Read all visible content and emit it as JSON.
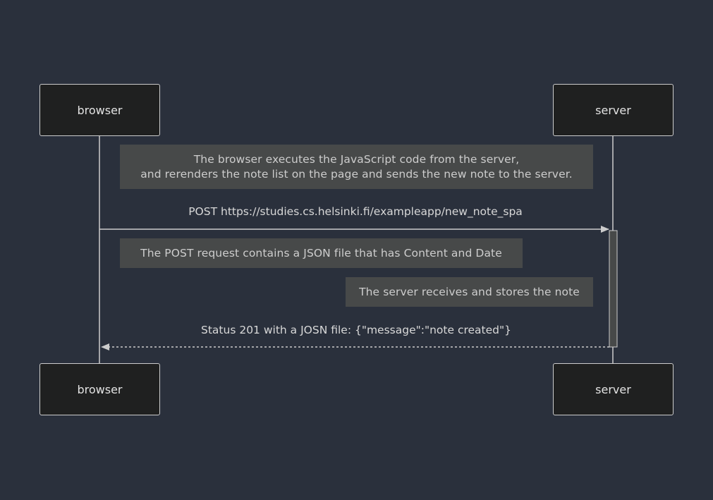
{
  "actors": {
    "left": "browser",
    "right": "server"
  },
  "notes": {
    "intro_line1": "The browser executes the JavaScript code from the server,",
    "intro_line2": "and rerenders the note list on the page and sends the new note to the server.",
    "post_contents": "The POST request contains a JSON file that has Content and Date",
    "server_stores": "The server receives and stores the note"
  },
  "messages": {
    "request": "POST https://studies.cs.helsinki.fi/exampleapp/new_note_spa",
    "response": "Status 201 with a JOSN file: {\"message\":\"note created\"}"
  },
  "colors": {
    "background": "#2a303c",
    "actor_fill": "#1f2020",
    "note_fill": "#474949",
    "line": "#cccccc"
  }
}
